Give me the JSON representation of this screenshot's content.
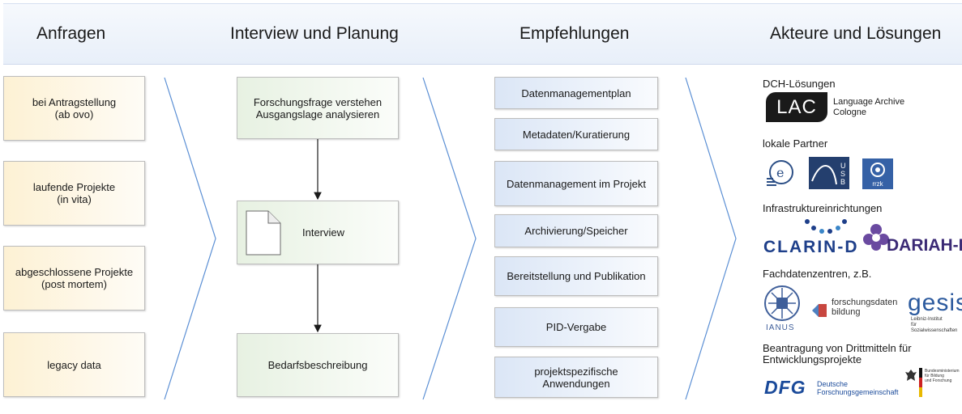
{
  "columns": {
    "anfragen": "Anfragen",
    "interview": "Interview und Planung",
    "empfehlungen": "Empfehlungen",
    "akteure": "Akteure und Lösungen"
  },
  "anfragen": [
    "bei Antragstellung\n(ab ovo)",
    "laufende Projekte\n(in vita)",
    "abgeschlossene Projekte\n(post mortem)",
    "legacy data"
  ],
  "interview": {
    "step1": "Forschungsfrage verstehen\nAusgangslage analysieren",
    "step2": "Interview",
    "step3": "Bedarfsbeschreibung"
  },
  "empfehlungen": [
    "Datenmanagementplan",
    "Metadaten/Kuratierung",
    "Datenmanagement im Projekt",
    "Archivierung/Speicher",
    "Bereitstellung und Publikation",
    "PID-Vergabe",
    "projektspezifische\nAnwendungen"
  ],
  "akteure": {
    "dch_label": "DCH-Lösungen",
    "lac_logo": "LAC",
    "lac_name": "Language Archive\nCologne",
    "lokale_label": "lokale Partner",
    "usb_logo": "USB",
    "rrzk_logo": "rrzk",
    "infra_label": "Infrastruktureinrichtungen",
    "clarin_logo": "CLARIN-D",
    "dariah_logo": "DARIAH-DE",
    "fach_label": "Fachdatenzentren, z.B.",
    "ianus_logo": "IANUS",
    "fdb_logo": "forschungsdaten\nbildung",
    "gesis_logo": "gesis",
    "gesis_sub": "Leibniz-Institut\nfür Sozialwissenschaften",
    "dritt_label": "Beantragung von Drittmitteln für\nEntwicklungsprojekte",
    "dfg_logo": "DFG",
    "dfg_name": "Deutsche\nForschungsgemeinschaft",
    "bmbf_name": "Bundesministerium\nfür Bildung\nund Forschung"
  },
  "colors": {
    "chevron": "#5b8fd4",
    "connector": "#1a1a1a",
    "lac_bg": "#1a1a1a",
    "clarin": "#1e3f8a",
    "dariah": "#3b2a75",
    "gesis": "#2c5a9e",
    "dfg": "#1a4a9a",
    "fdb_accent": "#c8463f"
  }
}
